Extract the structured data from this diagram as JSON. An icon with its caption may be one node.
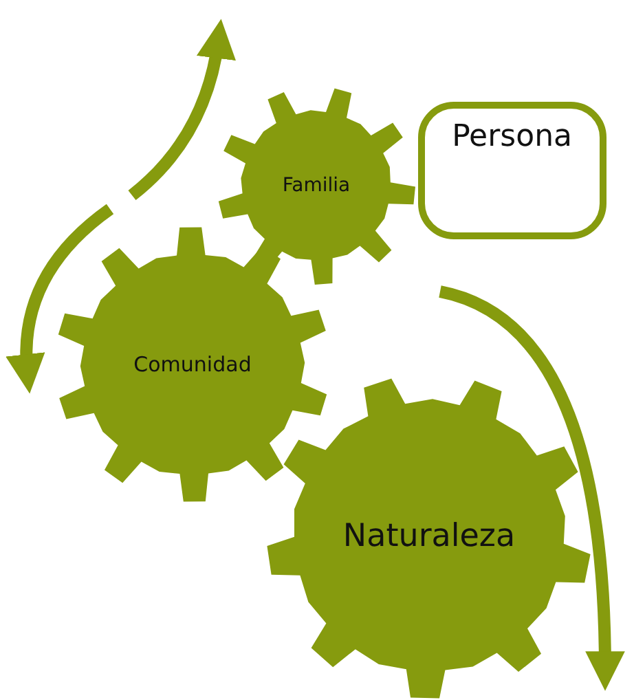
{
  "diagram": {
    "nodes": [
      {
        "text": [
          "Persona"
        ]
      },
      {
        "text": [
          "Familia"
        ]
      },
      {
        "text": [
          "Comunidad"
        ]
      },
      {
        "text": [
          "Naturaleza"
        ]
      }
    ]
  }
}
